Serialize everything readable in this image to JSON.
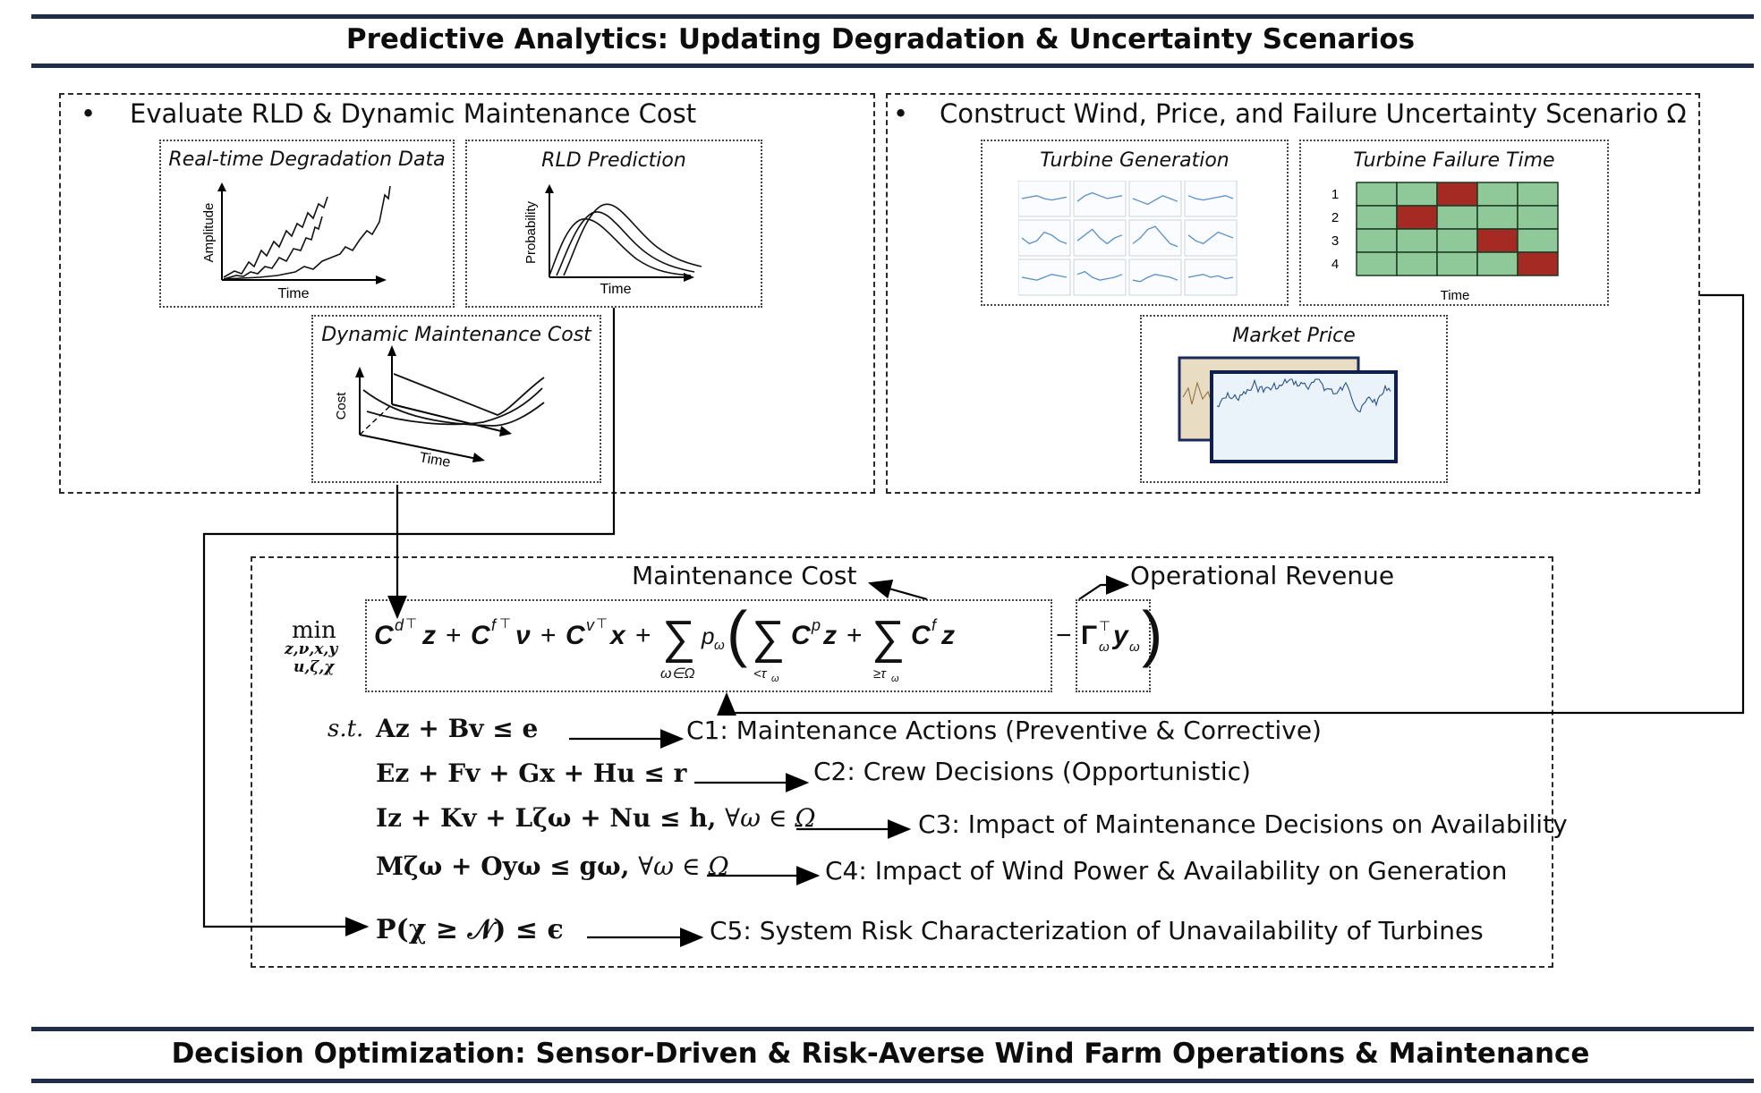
{
  "header": {
    "title": "Predictive Analytics: Updating Degradation & Uncertainty Scenarios"
  },
  "footer": {
    "title": "Decision Optimization: Sensor-Driven & Risk-Averse Wind Farm Operations & Maintenance"
  },
  "left_section": {
    "bullet": "•",
    "title": "Evaluate RLD &  Dynamic Maintenance Cost",
    "panels": {
      "degradation": {
        "title": "Real-time Degradation Data",
        "xlabel": "Time",
        "ylabel": "Amplitude"
      },
      "rld": {
        "title": "RLD Prediction",
        "xlabel": "Time",
        "ylabel": "Probability"
      },
      "cost": {
        "title": "Dynamic Maintenance Cost",
        "xlabel": "Time",
        "ylabel": "Cost"
      }
    }
  },
  "right_section": {
    "bullet": "•",
    "title": "Construct Wind, Price, and Failure Uncertainty Scenario Ω",
    "panels": {
      "generation": {
        "title": "Turbine Generation"
      },
      "failure": {
        "title": "Turbine Failure Time",
        "xlabel": "Time",
        "rows": [
          "1",
          "2",
          "3",
          "4"
        ],
        "failed_columns": [
          3,
          2,
          4,
          5
        ],
        "colors": {
          "ok": "#8fc99a",
          "failed": "#a52a24",
          "grid": "#1c3a22"
        }
      },
      "price": {
        "title": "Market Price"
      }
    }
  },
  "optimization": {
    "maintenance_cost_label": "Maintenance Cost",
    "operational_revenue_label": "Operational Revenue",
    "objective": {
      "min": "min",
      "min_sub1": "z,ν,x,y",
      "min_sub2": "u,ζ,χ"
    },
    "constraints": [
      {
        "lhs": "Az + Bv ≤ e",
        "prefix": "s.t.",
        "label": "C1: Maintenance Actions (Preventive  & Corrective)"
      },
      {
        "lhs": "Ez + Fv + Gx + Hu ≤ r",
        "label": "C2: Crew Decisions (Opportunistic)"
      },
      {
        "lhs": "Iz + Kv + Lζω + Nu ≤ h,",
        "suffix": "∀ω ∈ Ω",
        "label": "C3: Impact of Maintenance Decisions on Availability"
      },
      {
        "lhs": "Mζω + Oyω ≤ gω,",
        "suffix": "∀ω ∈ Ω",
        "label": "C4: Impact of Wind Power & Availability on Generation"
      },
      {
        "lhs": "P(χ ≥ 𝒩) ≤ ϵ",
        "label": "C5: System Risk Characterization of Unavailability of Turbines"
      }
    ]
  },
  "colors": {
    "rule": "#1f2d4a",
    "failed": "#a52a24",
    "ok": "#8fc99a",
    "price_line": "#2d4f8a",
    "price_bg": "#d9eaf5"
  }
}
